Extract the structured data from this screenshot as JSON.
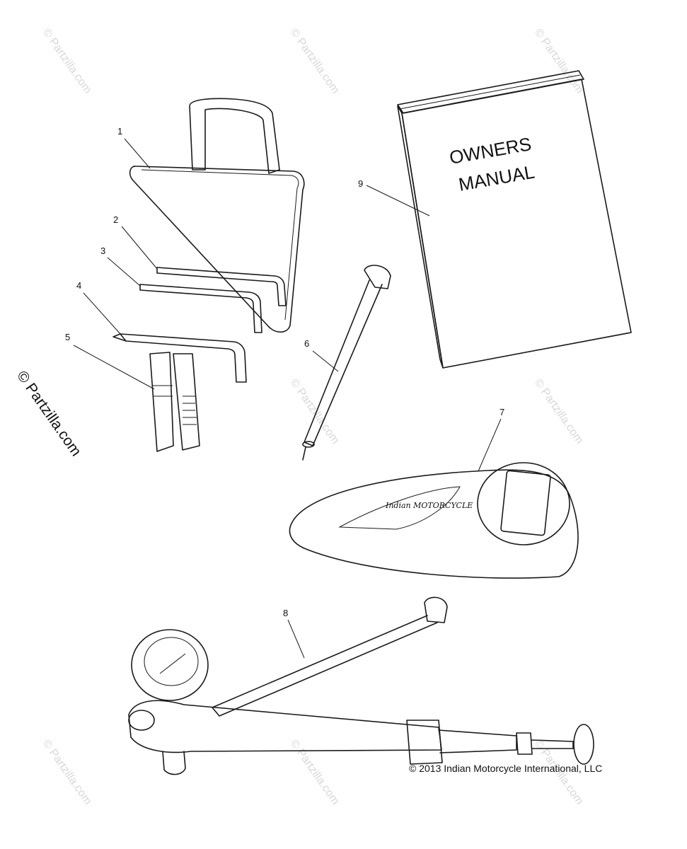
{
  "watermarks": {
    "text": "© Partzilla.com",
    "side_text": "© Partzilla.com"
  },
  "copyright": "© 2013 Indian Motorcycle International, LLC",
  "manual": {
    "line1": "OWNERS",
    "line2": "MANUAL"
  },
  "logo_text": "Indian MOTORCYCLE",
  "callouts": [
    "1",
    "2",
    "3",
    "4",
    "5",
    "6",
    "7",
    "8",
    "9"
  ],
  "colors": {
    "ink": "#1a1a1a",
    "watermark": "#d8d8d8",
    "background": "#ffffff"
  }
}
